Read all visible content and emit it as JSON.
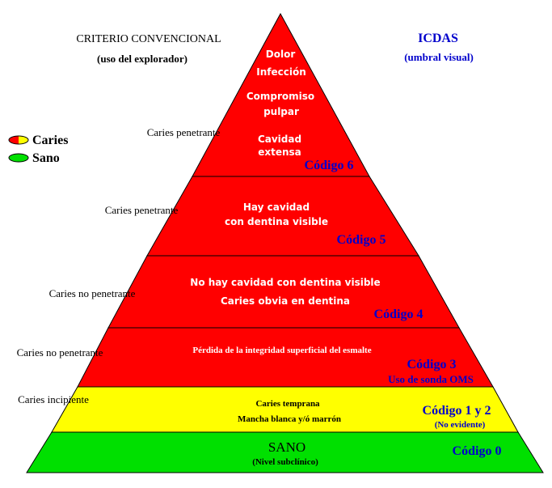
{
  "left_header": {
    "title": "CRITERIO CONVENCIONAL",
    "subtitle": "(uso del explorador)"
  },
  "right_header": {
    "title": "ICDAS",
    "subtitle": "(umbral visual)"
  },
  "legend": [
    {
      "label": "Caries",
      "icon": "red-yellow-oval-icon"
    },
    {
      "label": "Sano",
      "icon": "green-oval-icon"
    }
  ],
  "colors": {
    "caries": "#ff0000",
    "early": "#ffff00",
    "healthy": "#00e000",
    "code_text": "#0000cc",
    "outline": "#000000"
  },
  "levels": {
    "code6": {
      "lines": [
        "Dolor",
        "Infección",
        "Compromiso",
        "pulpar",
        "Cavidad",
        "extensa"
      ],
      "code": "Código 6",
      "criterion": "Caries penetrante"
    },
    "code5": {
      "lines": [
        "Hay cavidad",
        "con dentina visible"
      ],
      "code": "Código 5",
      "criterion": "Caries penetrante"
    },
    "code4": {
      "lines": [
        "No hay cavidad con dentina visible",
        "Caries obvia en dentina"
      ],
      "code": "Código 4",
      "criterion": "Caries no penetrante"
    },
    "code3": {
      "lines": [
        "Pérdida de la integridad superficial del esmalte"
      ],
      "code": "Código 3",
      "note": "Uso de sonda OMS",
      "criterion": "Caries no penetrante"
    },
    "code12": {
      "lines": [
        "Caries temprana",
        "Mancha blanca y/ó marrón"
      ],
      "code": "Código 1 y 2",
      "note": "(No evidente)",
      "criterion": "Caries incipiente"
    },
    "code0": {
      "title": "SANO",
      "subtitle": "(Nivel subclínico)",
      "code": "Código 0"
    }
  }
}
